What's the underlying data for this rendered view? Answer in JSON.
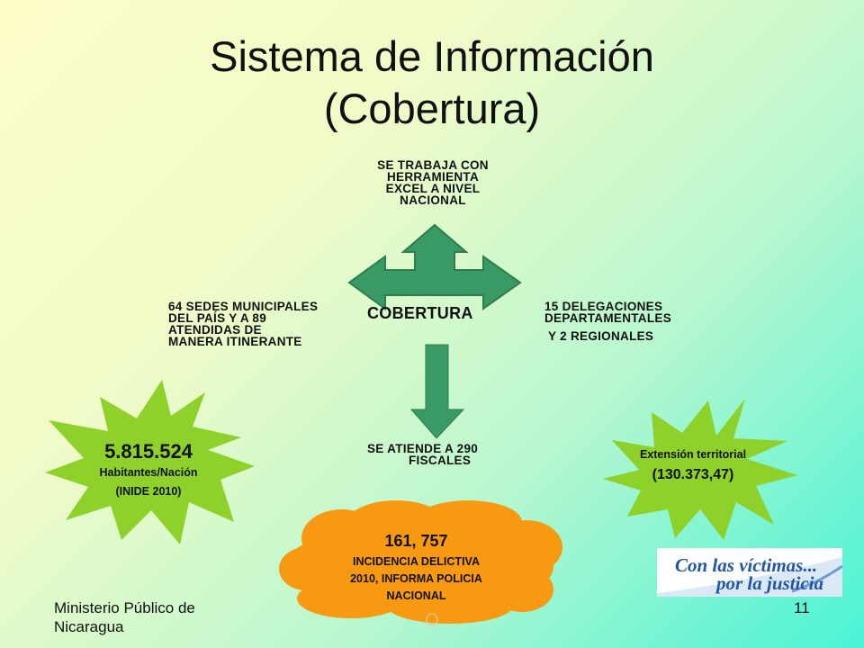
{
  "slide": {
    "title_line1": "Sistema de Información",
    "title_line2": "(Cobertura)",
    "top_label": [
      "SE TRABAJA CON",
      "HERRAMIENTA",
      "EXCEL A NIVEL",
      "NACIONAL"
    ],
    "center_label": "COBERTURA",
    "left_label": [
      "64 SEDES MUNICIPALES",
      "DEL PAÍS Y A 89",
      "ATENDIDAS DE",
      "MANERA ITINERANTE"
    ],
    "right_label": [
      "15 DELEGACIONES",
      "DEPARTAMENTALES",
      "Y 2 REGIONALES"
    ],
    "bottom_label": [
      "SE ATIENDE A 290",
      "FISCALES"
    ],
    "left_star": {
      "value": "5.815.524",
      "line2": "Habitantes/Nación",
      "line3": "(INIDE 2010)"
    },
    "right_star": {
      "line1": "Extensión territorial",
      "value": "(130.373,47)"
    },
    "cloud": {
      "value": "161, 757",
      "line2": "INCIDENCIA DELICTIVA",
      "line3": "2010, INFORMA POLICIA",
      "line4": "NACIONAL"
    },
    "footer_left": [
      "Ministerio Público de",
      "Nicaragua"
    ],
    "page_number": "11",
    "logo": {
      "line1": "Con las víctimas...",
      "line2": "por la justicia"
    }
  },
  "colors": {
    "arrow_green": "#3a9a66",
    "arrow_border": "#2d7d4f",
    "star_green": "#8ed12a",
    "cloud_orange": "#f79a12"
  }
}
